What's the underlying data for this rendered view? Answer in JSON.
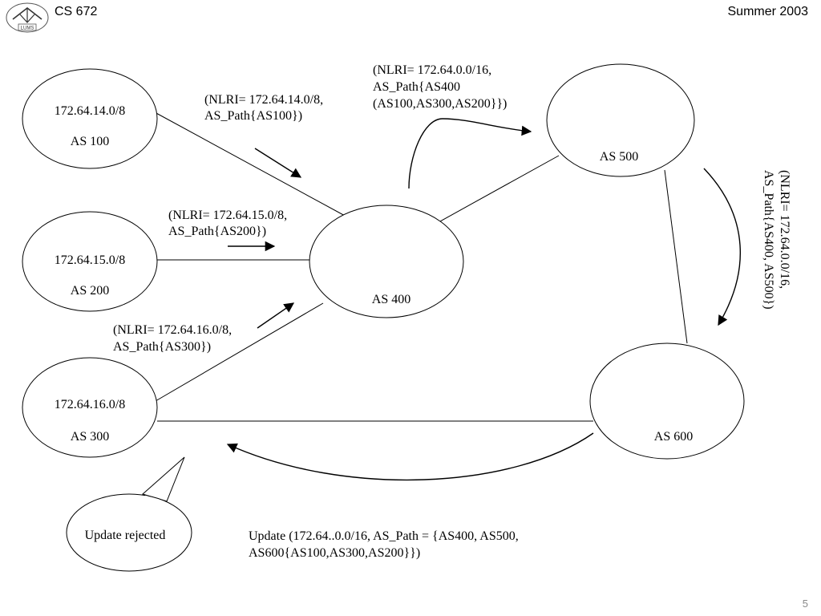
{
  "header": {
    "course": "CS 672",
    "term": "Summer 2003",
    "logo_text": "LUMS"
  },
  "page_number": "5",
  "nodes": {
    "as100": {
      "prefix": "172.64.14.0/8",
      "name": "AS 100"
    },
    "as200": {
      "prefix": "172.64.15.0/8",
      "name": "AS 200"
    },
    "as300": {
      "prefix": "172.64.16.0/8",
      "name": "AS 300"
    },
    "as400": {
      "name": "AS 400"
    },
    "as500": {
      "name": "AS 500"
    },
    "as600": {
      "name": "AS 600"
    }
  },
  "messages": {
    "m100": {
      "line1": "(NLRI= 172.64.14.0/8,",
      "line2": "AS_Path{AS100})"
    },
    "m200": {
      "line1": "(NLRI= 172.64.15.0/8,",
      "line2": "AS_Path{AS200})"
    },
    "m300": {
      "line1": "(NLRI= 172.64.16.0/8,",
      "line2": "AS_Path{AS300})"
    },
    "m400": {
      "line1": "(NLRI= 172.64.0.0/16,",
      "line2": "AS_Path{AS400",
      "line3": "(AS100,AS300,AS200}})"
    },
    "m500": {
      "line1": "(NLRI= 172.64.0.0/16,",
      "line2": "AS_Path{AS400, AS500})"
    },
    "m600": {
      "line1": "Update (172.64..0.0/16, AS_Path = {AS400, AS500,",
      "line2": "AS600{AS100,AS300,AS200}})"
    }
  },
  "callout": {
    "text": "Update rejected"
  }
}
